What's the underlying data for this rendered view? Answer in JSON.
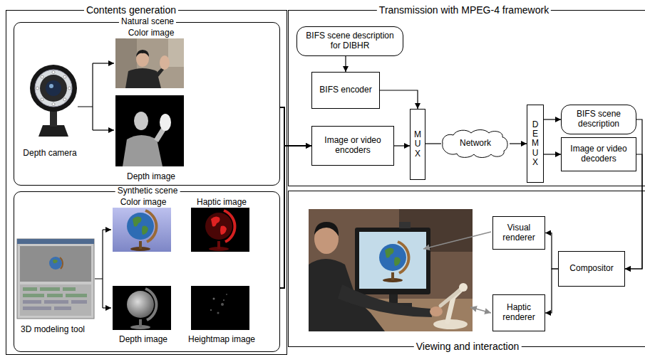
{
  "diagram": {
    "nodes": [
      {
        "text": [
          "Contents generation"
        ]
      },
      {
        "text": [
          "Natural scene",
          "Color image",
          "Depth camera",
          "Depth image"
        ],
        "in": 0
      },
      {
        "text": [
          "Synthetic scene",
          "Color image",
          "Haptic image",
          "3D modeling tool",
          "Depth image",
          "Heightmap image"
        ],
        "in": 0
      },
      {
        "text": [
          "Transmission with MPEG-4 framework"
        ]
      },
      {
        "text": [
          "BIFS scene description for DIBHR"
        ],
        "in": 3
      },
      {
        "text": [
          "BIFS encoder"
        ],
        "in": 3
      },
      {
        "text": [
          "Image or video encoders"
        ],
        "in": 3
      },
      {
        "text": [
          "MUX"
        ],
        "in": 3
      },
      {
        "text": [
          "Network"
        ],
        "in": 3
      },
      {
        "text": [
          "DEMUX"
        ],
        "in": 3
      },
      {
        "text": [
          "BIFS scene description"
        ],
        "in": 3
      },
      {
        "text": [
          "Image or video decoders"
        ],
        "in": 3
      },
      {
        "text": [
          "Viewing and interaction"
        ]
      },
      {
        "text": [
          "Visual renderer"
        ],
        "in": 12
      },
      {
        "text": [
          "Haptic renderer"
        ],
        "in": 12
      },
      {
        "text": [
          "Compositor"
        ],
        "in": 12
      }
    ],
    "edges": [
      {
        "from": 1,
        "to": 6,
        "arrow": "to"
      },
      {
        "from": 2,
        "to": 6,
        "arrow": "to"
      },
      {
        "from": 4,
        "to": 5,
        "arrow": "to"
      },
      {
        "from": 5,
        "to": 7,
        "arrow": "to"
      },
      {
        "from": 6,
        "to": 7,
        "arrow": "to"
      },
      {
        "from": 7,
        "to": 8,
        "arrow": "none"
      },
      {
        "from": 8,
        "to": 9,
        "arrow": "to"
      },
      {
        "from": 9,
        "to": 10,
        "arrow": "to"
      },
      {
        "from": 9,
        "to": 11,
        "arrow": "to"
      },
      {
        "from": 10,
        "to": 15,
        "arrow": "to"
      },
      {
        "from": 11,
        "to": 15,
        "arrow": "to"
      },
      {
        "from": 15,
        "to": 13,
        "arrow": "to"
      },
      {
        "from": 15,
        "to": 14,
        "arrow": "to"
      }
    ]
  }
}
